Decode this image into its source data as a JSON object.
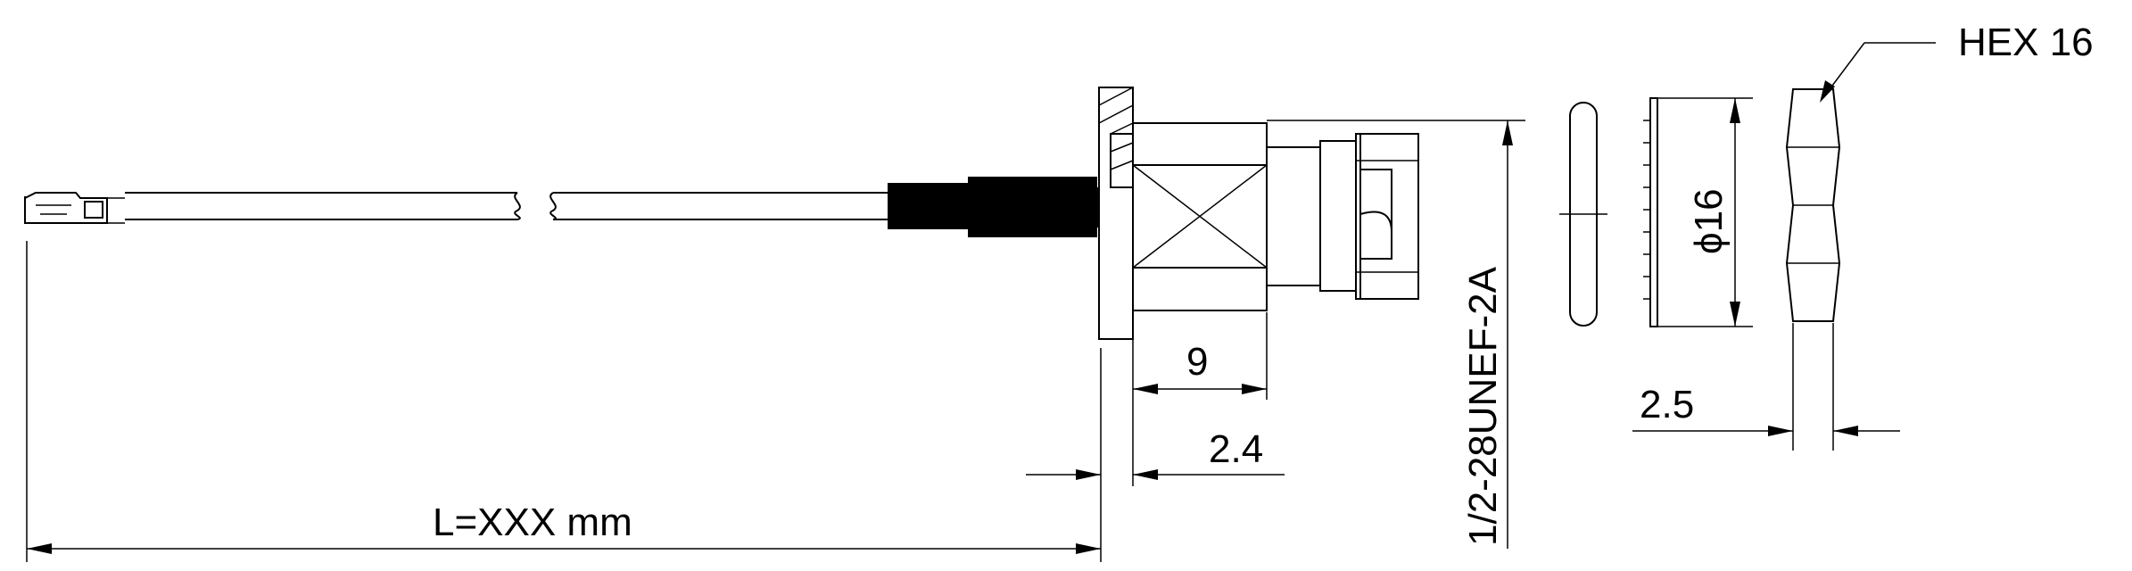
{
  "labels": {
    "length": "L=XXX mm",
    "dim_9": "9",
    "dim_2_4": "2.4",
    "thread": "1/2-28UNEF-2A",
    "diameter": "ϕ16",
    "dim_2_5": "2.5",
    "hex": "HEX 16"
  },
  "colors": {
    "line": "#000000",
    "background": "#ffffff"
  }
}
